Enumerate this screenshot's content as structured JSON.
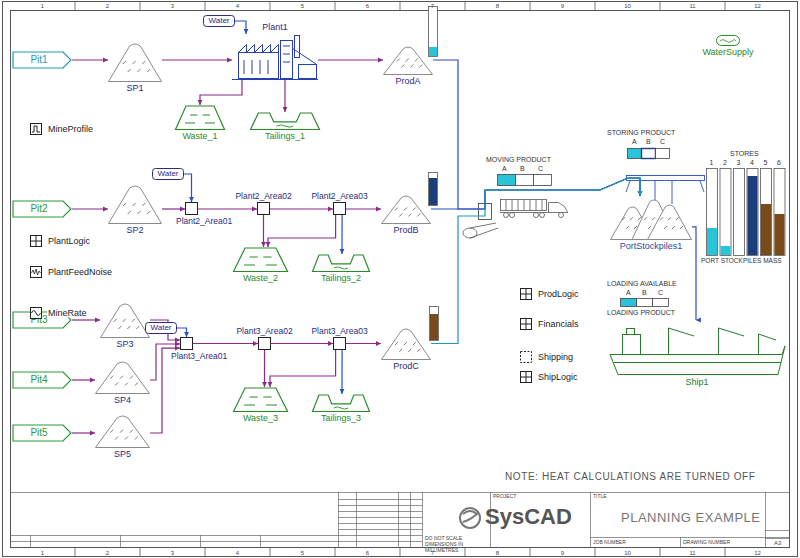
{
  "diagram": {
    "title": "PLANNING EXAMPLE",
    "nodes": [
      {
        "text": [
          "Pit1"
        ]
      },
      {
        "text": [
          "SP1"
        ]
      },
      {
        "text": [
          "Water"
        ]
      },
      {
        "text": [
          "Plant1"
        ]
      },
      {
        "text": [
          "ProdA"
        ]
      },
      {
        "text": [
          "Waste_1"
        ]
      },
      {
        "text": [
          "Tailings_1"
        ]
      },
      {
        "text": [
          "Pit2"
        ]
      },
      {
        "text": [
          "SP2"
        ]
      },
      {
        "text": [
          "Water"
        ]
      },
      {
        "text": [
          "Plant2_Area01"
        ]
      },
      {
        "text": [
          "Plant2_Area02"
        ]
      },
      {
        "text": [
          "Plant2_Area03"
        ]
      },
      {
        "text": [
          "ProdB"
        ]
      },
      {
        "text": [
          "Waste_2"
        ]
      },
      {
        "text": [
          "Tailings_2"
        ]
      },
      {
        "text": [
          "Pit3"
        ]
      },
      {
        "text": [
          "Pit4"
        ]
      },
      {
        "text": [
          "Pit5"
        ]
      },
      {
        "text": [
          "SP3"
        ]
      },
      {
        "text": [
          "SP4"
        ]
      },
      {
        "text": [
          "SP5"
        ]
      },
      {
        "text": [
          "Water"
        ]
      },
      {
        "text": [
          "Plant3_Area01"
        ]
      },
      {
        "text": [
          "Plant3_Area02"
        ]
      },
      {
        "text": [
          "Plant3_Area03"
        ]
      },
      {
        "text": [
          "ProdC"
        ]
      },
      {
        "text": [
          "Waste_3"
        ]
      },
      {
        "text": [
          "Tailings_3"
        ]
      },
      {
        "text": [
          "PortStockpiles1"
        ]
      },
      {
        "text": [
          "Ship1"
        ]
      },
      {
        "text": [
          "MineProfile"
        ]
      },
      {
        "text": [
          "PlantLogic"
        ]
      },
      {
        "text": [
          "PlantFeedNoise"
        ]
      },
      {
        "text": [
          "MineRate"
        ]
      },
      {
        "text": [
          "ProdLogic"
        ]
      },
      {
        "text": [
          "Financials"
        ]
      },
      {
        "text": [
          "Shipping"
        ]
      },
      {
        "text": [
          "ShipLogic"
        ]
      },
      {
        "text": [
          "WaterSupply"
        ]
      }
    ],
    "edges": [
      {
        "from": 0,
        "to": 1,
        "arrow": "to"
      },
      {
        "from": 1,
        "to": 3,
        "arrow": "to"
      },
      {
        "from": 2,
        "to": 3,
        "arrow": "to"
      },
      {
        "from": 3,
        "to": 4,
        "arrow": "to"
      },
      {
        "from": 3,
        "to": 5,
        "arrow": "to"
      },
      {
        "from": 3,
        "to": 6,
        "arrow": "to"
      },
      {
        "from": 7,
        "to": 8,
        "arrow": "to"
      },
      {
        "from": 8,
        "to": 10,
        "arrow": "to"
      },
      {
        "from": 9,
        "to": 10,
        "arrow": "to"
      },
      {
        "from": 10,
        "to": 11,
        "arrow": "to"
      },
      {
        "from": 11,
        "to": 12,
        "arrow": "to"
      },
      {
        "from": 12,
        "to": 13,
        "arrow": "to"
      },
      {
        "from": 11,
        "to": 14,
        "arrow": "to"
      },
      {
        "from": 12,
        "to": 14,
        "arrow": "to"
      },
      {
        "from": 12,
        "to": 15,
        "arrow": "to"
      },
      {
        "from": 16,
        "to": 19,
        "arrow": "to"
      },
      {
        "from": 17,
        "to": 20,
        "arrow": "to"
      },
      {
        "from": 18,
        "to": 21,
        "arrow": "to"
      },
      {
        "from": 19,
        "to": 23,
        "arrow": "to"
      },
      {
        "from": 20,
        "to": 23,
        "arrow": "to"
      },
      {
        "from": 21,
        "to": 23,
        "arrow": "to"
      },
      {
        "from": 22,
        "to": 23,
        "arrow": "to"
      },
      {
        "from": 23,
        "to": 24,
        "arrow": "to"
      },
      {
        "from": 24,
        "to": 25,
        "arrow": "to"
      },
      {
        "from": 25,
        "to": 26,
        "arrow": "to"
      },
      {
        "from": 24,
        "to": 27,
        "arrow": "to"
      },
      {
        "from": 25,
        "to": 27,
        "arrow": "to"
      },
      {
        "from": 25,
        "to": 28,
        "arrow": "to"
      },
      {
        "from": 4,
        "to": 29,
        "arrow": "to"
      },
      {
        "from": 13,
        "to": 29,
        "arrow": "to"
      },
      {
        "from": 26,
        "to": 29,
        "arrow": "to"
      },
      {
        "from": 29,
        "to": 30,
        "arrow": "to"
      }
    ],
    "labels": [
      "MOVING PRODUCT",
      "A",
      "B",
      "C",
      "STORING PRODUCT",
      "A",
      "B",
      "C",
      "STORES",
      "1",
      "2",
      "3",
      "4",
      "5",
      "6",
      "PORT STOCKPILES MASS",
      "LOADING AVAILABLE",
      "A",
      "B",
      "C",
      "LOADING PRODUCT",
      "NOTE: HEAT CALCULATIONS ARE TURNED OFF",
      "SysCAD",
      "PROJECT",
      "TITLE",
      "JOB NUMBER",
      "DRAWING NUMBER",
      "DO NOT SCALE DIMENSIONS IN MILLIMETRES",
      "A3",
      "1",
      "2",
      "3",
      "4",
      "5",
      "6",
      "7",
      "8",
      "9",
      "10",
      "11",
      "12",
      "1",
      "2",
      "3",
      "4",
      "5",
      "6",
      "7",
      "8",
      "9",
      "10",
      "11",
      "12"
    ]
  }
}
